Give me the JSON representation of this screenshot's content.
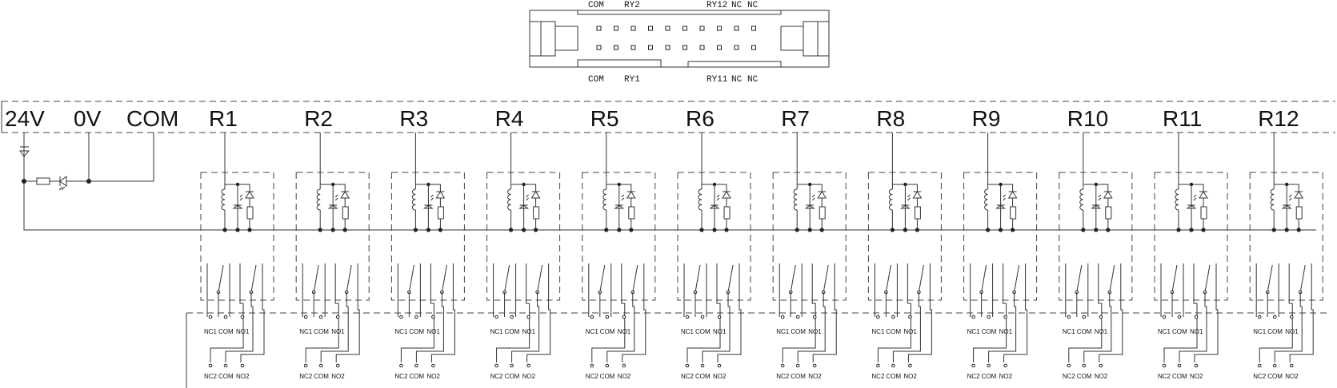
{
  "connector": {
    "top_labels": [
      "COM",
      "RY2",
      "RY12",
      "NC",
      "NC"
    ],
    "bottom_labels": [
      "COM",
      "RY1",
      "RY11",
      "NC",
      "NC"
    ]
  },
  "power_labels": [
    "24V",
    "0V",
    "COM"
  ],
  "relays": [
    "R1",
    "R2",
    "R3",
    "R4",
    "R5",
    "R6",
    "R7",
    "R8",
    "R9",
    "R10",
    "R11",
    "R12"
  ],
  "terminal_row_1": [
    "NC1",
    "COM",
    "NO1"
  ],
  "terminal_row_2": [
    "NC2",
    "COM",
    "NO2"
  ]
}
